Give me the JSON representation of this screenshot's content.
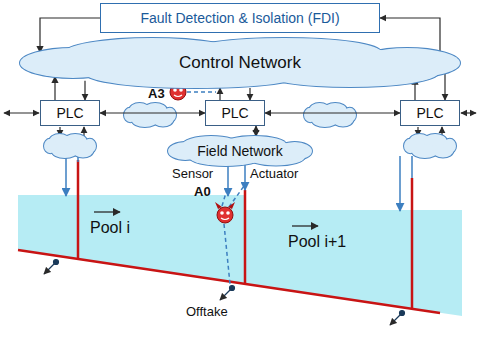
{
  "diagram": {
    "nodes": [
      {
        "text": [
          "Fault Detection & Isolation (FDI)"
        ]
      },
      {
        "text": [
          "Control Network"
        ]
      },
      {
        "text": [
          "PLC"
        ]
      },
      {
        "text": [
          "PLC"
        ]
      },
      {
        "text": [
          "PLC"
        ]
      },
      {
        "text": [
          "Field Network"
        ]
      }
    ],
    "edges": [
      {
        "from": 0,
        "to": 1,
        "arrow": "to"
      },
      {
        "from": 1,
        "to": 0,
        "arrow": "to"
      },
      {
        "from": 2,
        "to": 1,
        "arrow": "to"
      },
      {
        "from": 1,
        "to": 2,
        "arrow": "to"
      },
      {
        "from": 3,
        "to": 1,
        "arrow": "to"
      },
      {
        "from": 1,
        "to": 3,
        "arrow": "to"
      },
      {
        "from": 4,
        "to": 1,
        "arrow": "to"
      },
      {
        "from": 1,
        "to": 4,
        "arrow": "to"
      },
      {
        "from": 2,
        "to": 3,
        "arrow": "both"
      },
      {
        "from": 3,
        "to": 4,
        "arrow": "both"
      },
      {
        "from": 3,
        "to": 5,
        "arrow": "both"
      }
    ],
    "labels": [
      "A3",
      "Sensor",
      "Actuator",
      "A0",
      "Pool i",
      "Pool i+1",
      "Offtake"
    ]
  }
}
